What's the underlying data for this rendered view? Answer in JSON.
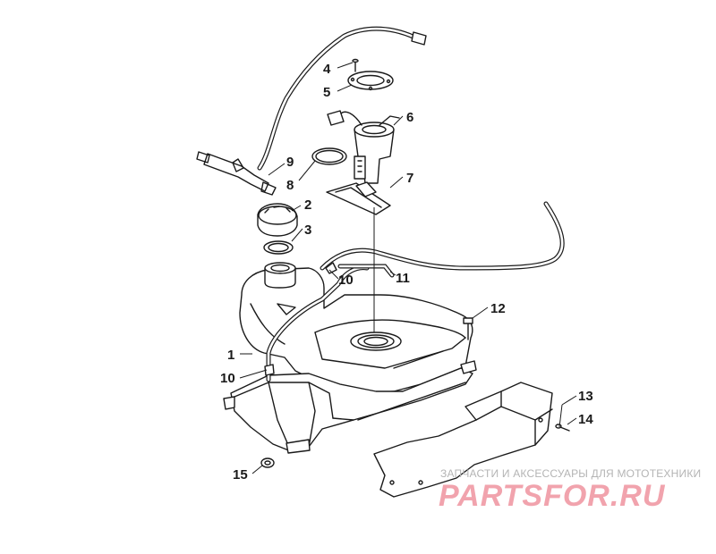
{
  "callouts": {
    "c1": "1",
    "c2": "2",
    "c3": "3",
    "c4": "4",
    "c5": "5",
    "c6": "6",
    "c7": "7",
    "c8": "8",
    "c9": "9",
    "c10a": "10",
    "c10b": "10",
    "c11": "11",
    "c12": "12",
    "c13": "13",
    "c14": "14",
    "c15": "15"
  },
  "watermark": {
    "caption": "ЗАПЧАСТИ И АКСЕССУАРЫ ДЛЯ МОТОТЕХНИКИ",
    "brand": "PARTSFOR.RU"
  },
  "colors": {
    "line": "#1a1a1a",
    "watermark_caption": "#b4b4b4",
    "watermark_brand": "#f1a3ad"
  }
}
